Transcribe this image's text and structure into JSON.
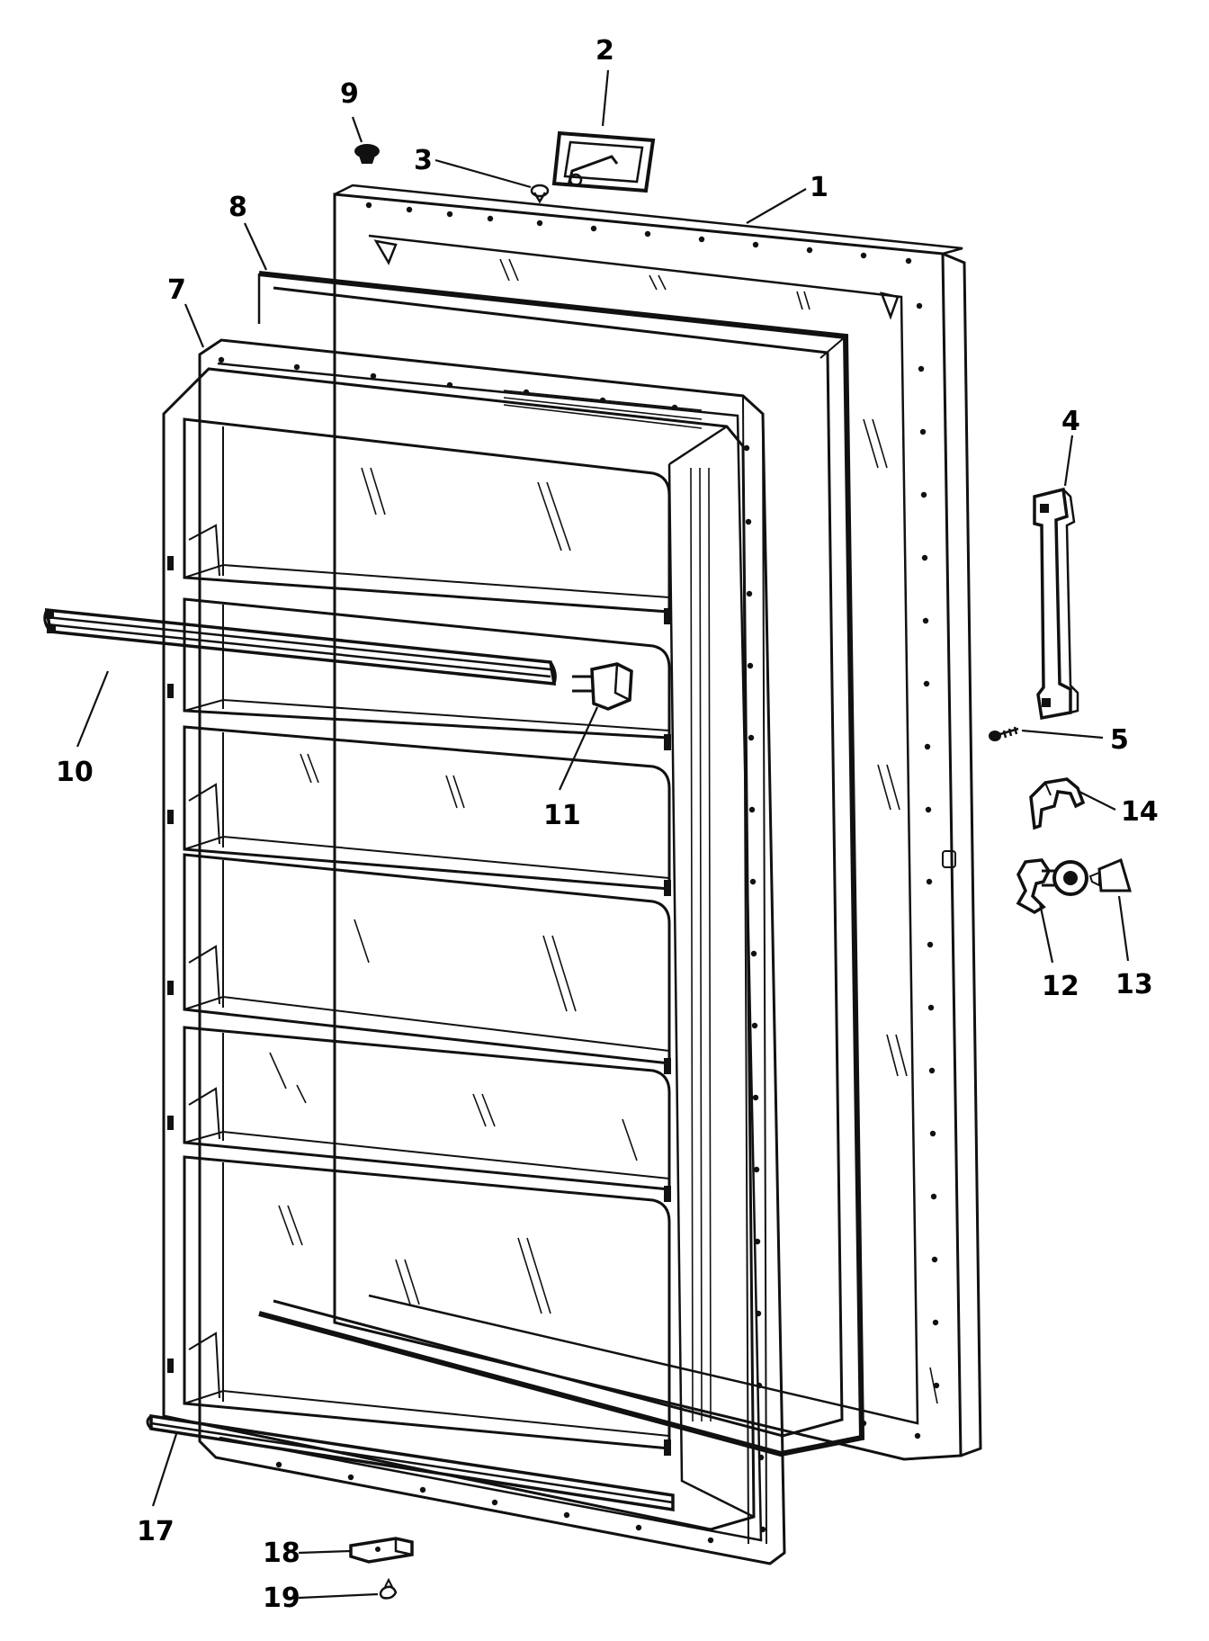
{
  "diagram": {
    "callouts": [
      {
        "id": "1",
        "label": "1"
      },
      {
        "id": "2",
        "label": "2"
      },
      {
        "id": "3",
        "label": "3"
      },
      {
        "id": "4",
        "label": "4"
      },
      {
        "id": "5",
        "label": "5"
      },
      {
        "id": "7",
        "label": "7"
      },
      {
        "id": "8",
        "label": "8"
      },
      {
        "id": "9",
        "label": "9"
      },
      {
        "id": "10",
        "label": "10"
      },
      {
        "id": "11",
        "label": "11"
      },
      {
        "id": "12",
        "label": "12"
      },
      {
        "id": "13",
        "label": "13"
      },
      {
        "id": "14",
        "label": "14"
      },
      {
        "id": "17",
        "label": "17"
      },
      {
        "id": "18",
        "label": "18"
      },
      {
        "id": "19",
        "label": "19"
      }
    ]
  }
}
